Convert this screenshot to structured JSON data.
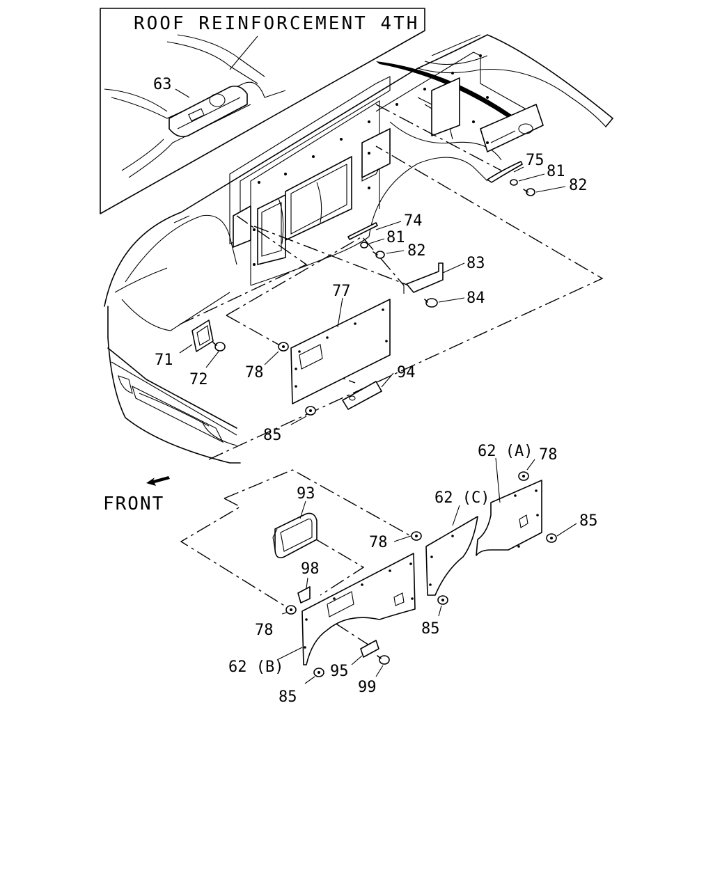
{
  "diagram": {
    "inset_title": "ROOF REINFORCEMENT 4TH",
    "front_label": "FRONT",
    "callouts": {
      "c63": "63",
      "c75": "75",
      "c81a": "81",
      "c82a": "82",
      "c74": "74",
      "c81b": "81",
      "c82b": "82",
      "c83": "83",
      "c84": "84",
      "c77": "77",
      "c71": "71",
      "c72": "72",
      "c78a": "78",
      "c94": "94",
      "c85a": "85",
      "c62a": "62 (A)",
      "c78b": "78",
      "c85b": "85",
      "c62c": "62 (C)",
      "c93": "93",
      "c78c": "78",
      "c98": "98",
      "c78d": "78",
      "c85c": "85",
      "c62b": "62 (B)",
      "c95": "95",
      "c99": "99",
      "c85d": "85"
    }
  }
}
